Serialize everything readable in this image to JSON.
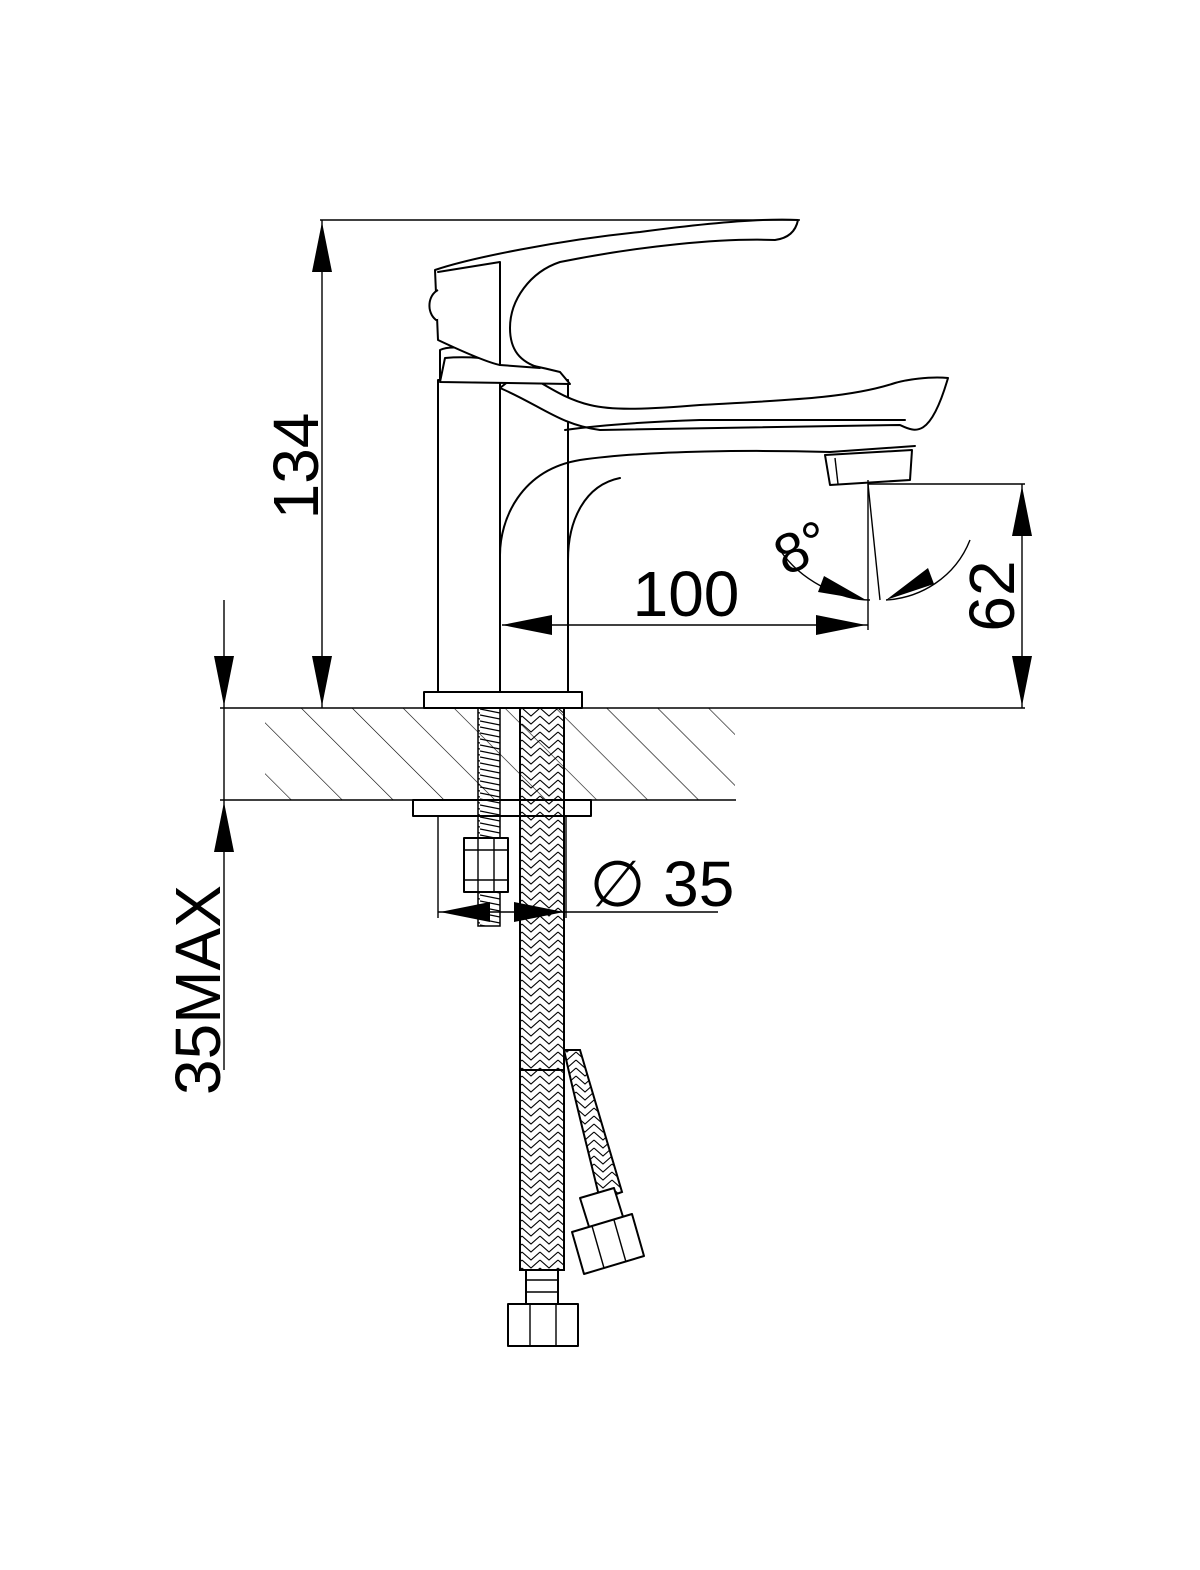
{
  "dimensions": {
    "height_total": "134",
    "spout_reach": "100",
    "spout_height": "62",
    "spout_angle": "8°",
    "hole_diameter": "∅ 35",
    "deck_thickness": "35MAX"
  },
  "colors": {
    "line": "#000000",
    "background": "#ffffff"
  }
}
